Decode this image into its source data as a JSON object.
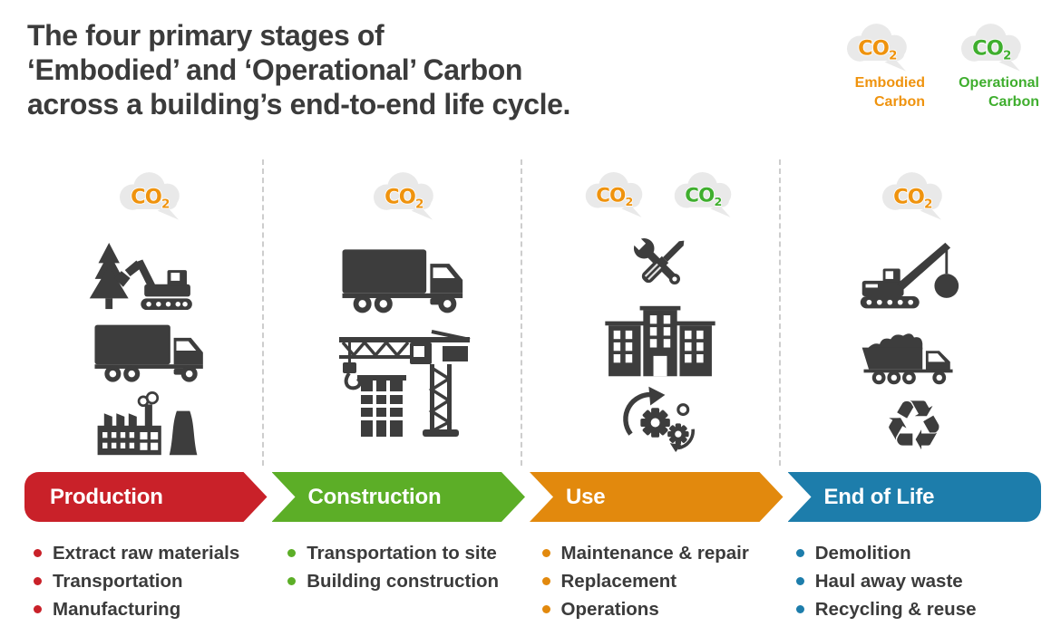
{
  "title": {
    "lines": [
      "The four primary stages of",
      "‘Embodied’ and ‘Operational’ Carbon",
      "across a building’s end-to-end life cycle."
    ]
  },
  "co2_badge": {
    "text": "CO",
    "sub": "2"
  },
  "legend": {
    "items": [
      {
        "id": "embodied",
        "lines": [
          "Embodied",
          "Carbon"
        ],
        "color": "#ef930e"
      },
      {
        "id": "operational",
        "lines": [
          "Operational",
          "Carbon"
        ],
        "color": "#3fae2e"
      }
    ]
  },
  "stages": [
    {
      "name": "Production",
      "color": "#c92129",
      "clouds": [
        "embodied"
      ],
      "icons": [
        "pine-tree-and-excavator",
        "cargo-truck",
        "factory"
      ],
      "bullets": [
        "Extract raw materials",
        "Transportation",
        "Manufacturing"
      ]
    },
    {
      "name": "Construction",
      "color": "#5cae27",
      "clouds": [
        "embodied"
      ],
      "icons": [
        "cargo-truck",
        "tower-crane-and-building"
      ],
      "bullets": [
        "Transportation to site",
        "Building construction"
      ]
    },
    {
      "name": "Use",
      "color": "#e2890d",
      "clouds": [
        "embodied",
        "operational"
      ],
      "icons": [
        "wrench-and-screwdriver",
        "building",
        "gears-with-arrows"
      ],
      "bullets": [
        "Maintenance & repair",
        "Replacement",
        "Operations"
      ]
    },
    {
      "name": "End of Life",
      "color": "#1d7dab",
      "clouds": [
        "embodied"
      ],
      "icons": [
        "wrecking-ball-crane",
        "dump-truck",
        "recycling-symbol"
      ],
      "bullets": [
        "Demolition",
        "Haul away waste",
        "Recycling & reuse"
      ]
    }
  ],
  "glyphs": {
    "recycling": "♻"
  },
  "colors": {
    "icon": "#3d3d3d",
    "cloud": "#e9e9e9",
    "text": "#3b3b3b",
    "divider": "#cdcdcd",
    "background": "#ffffff"
  }
}
